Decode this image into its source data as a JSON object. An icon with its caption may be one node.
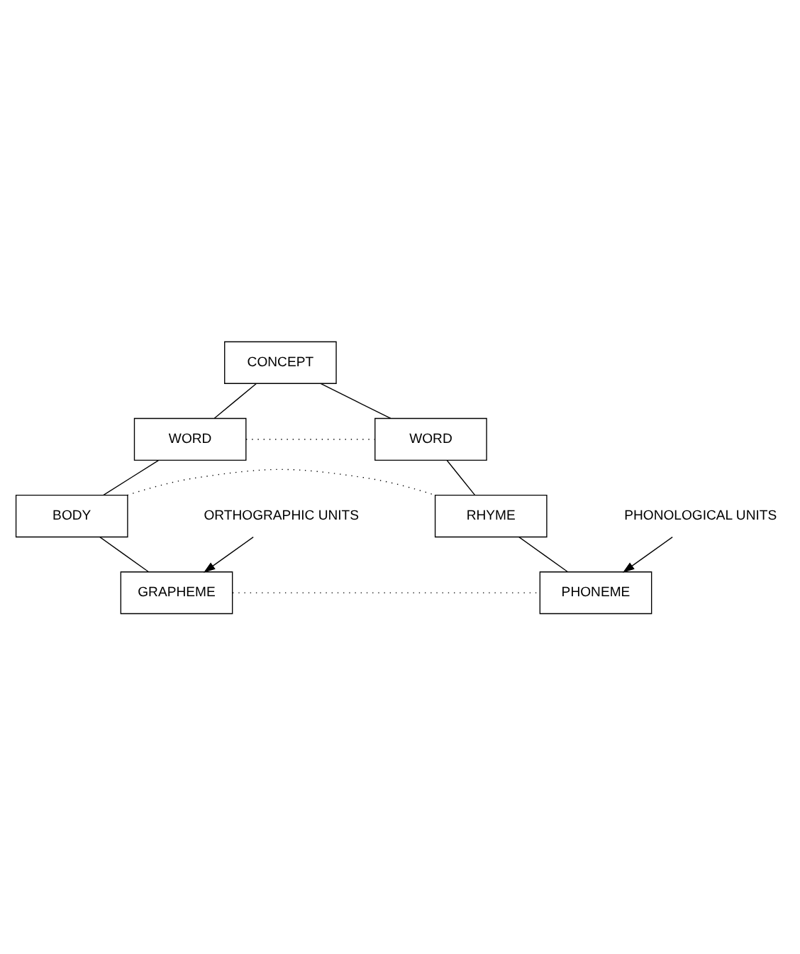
{
  "diagram": {
    "nodes": [
      {
        "text": [
          "CONCEPT"
        ]
      },
      {
        "text": [
          "WORD"
        ]
      },
      {
        "text": [
          "WORD"
        ]
      },
      {
        "text": [
          "BODY"
        ]
      },
      {
        "text": [
          "RHYME"
        ]
      },
      {
        "text": [
          "GRAPHEME"
        ]
      },
      {
        "text": [
          "PHONEME"
        ]
      },
      {
        "text": [
          "ORTHOGRAPHIC UNITS"
        ]
      },
      {
        "text": [
          "PHONOLOGICAL UNITS"
        ]
      }
    ],
    "edges": [
      {
        "from": 0,
        "to": 1,
        "arrow": "none"
      },
      {
        "from": 0,
        "to": 2,
        "arrow": "none"
      },
      {
        "from": 1,
        "to": 2,
        "arrow": "none",
        "style": "dashed"
      },
      {
        "from": 1,
        "to": 3,
        "arrow": "none"
      },
      {
        "from": 2,
        "to": 4,
        "arrow": "none"
      },
      {
        "from": 3,
        "to": 4,
        "arrow": "none",
        "style": "dashed"
      },
      {
        "from": 3,
        "to": 5,
        "arrow": "none"
      },
      {
        "from": 4,
        "to": 6,
        "arrow": "none"
      },
      {
        "from": 5,
        "to": 6,
        "arrow": "none",
        "style": "dashed"
      },
      {
        "from": 7,
        "to": 5,
        "arrow": "to"
      },
      {
        "from": 8,
        "to": 6,
        "arrow": "to"
      }
    ]
  }
}
